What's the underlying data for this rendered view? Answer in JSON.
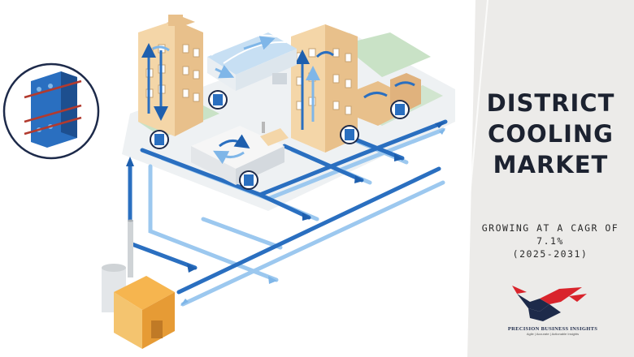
{
  "title": {
    "line1": "DISTRICT",
    "line2": "COOLING",
    "line3": "MARKET"
  },
  "subtitle": {
    "line1": "GROWING AT A CAGR OF",
    "line2": "7.1%",
    "line3": "(2025-2031)"
  },
  "brand": {
    "name": "PRECISION BUSINESS INSIGHTS",
    "tagline": "Agile | Accurate | Actionable Insights"
  },
  "colors": {
    "panel_background": "#ecebe9",
    "title_text": "#1c2230",
    "pipe_dark": "#2a6fc0",
    "pipe_light": "#9cc8ef",
    "building": "#f4d6a8",
    "logo_red": "#d9242c",
    "logo_navy": "#1d2a4a"
  }
}
